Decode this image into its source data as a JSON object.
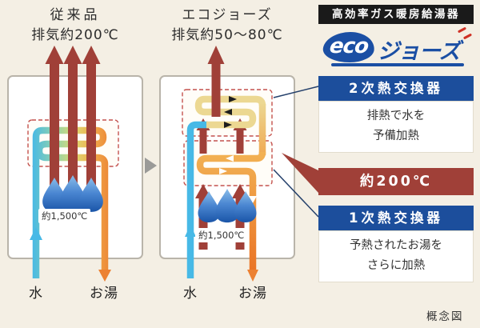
{
  "conventional": {
    "title": "従来品",
    "subtitle": "排気約200℃",
    "burner_temp": "約1,500℃",
    "cold_water": "水",
    "hot_water": "お湯"
  },
  "eco": {
    "title": "エコジョーズ",
    "subtitle": "排気約50〜80℃",
    "burner_temp": "約1,500℃",
    "cold_water": "水",
    "hot_water": "お湯"
  },
  "panel": {
    "header": "高効率ガス暖房給湯器",
    "logo_eco": "eco",
    "logo_suffix": "ジョーズ",
    "secondary": {
      "label": "2次熱交換器",
      "desc1": "排熱で水を",
      "desc2": "予備加熱"
    },
    "temp_badge": "約200℃",
    "primary": {
      "label": "1次熱交換器",
      "desc1": "予熱されたお湯を",
      "desc2": "さらに加熱"
    }
  },
  "caption": "概念図",
  "colors": {
    "bg": "#f4efe4",
    "maroon": "#a04038",
    "banner_blue": "#1c4e9c",
    "logo_blue": "#1b4fa4",
    "flame_blue": "#2a6fd4",
    "pipe_cold": "#47b9e6",
    "pipe_hot": "#ec8132",
    "box_border": "#b9b4aa"
  }
}
